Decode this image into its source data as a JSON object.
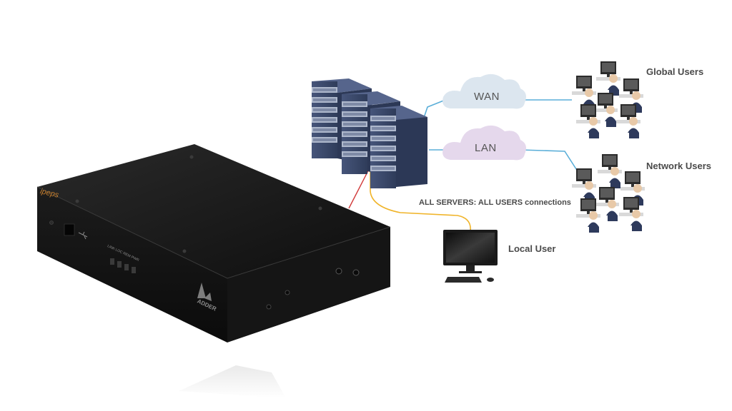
{
  "diagram": {
    "device": {
      "brand_text": "ipeps",
      "logo_text": "ADDER",
      "led_labels": "LINK LOC REM PWR"
    },
    "clouds": {
      "wan": "WAN",
      "lan": "LAN"
    },
    "users": {
      "global": "Global Users",
      "network": "Network Users",
      "local": "Local User"
    },
    "connections_label": "ALL SERVERS: ALL USERS connections",
    "colors": {
      "wan_cloud": "#dce6ef",
      "lan_cloud": "#e5d8ec",
      "wan_line": "#5aaed8",
      "lan_line": "#5aaed8",
      "local_line": "#f0b429",
      "device_link": "#d13a3a",
      "server_rack": "#3b4a6b",
      "device_body": "#141414"
    }
  }
}
